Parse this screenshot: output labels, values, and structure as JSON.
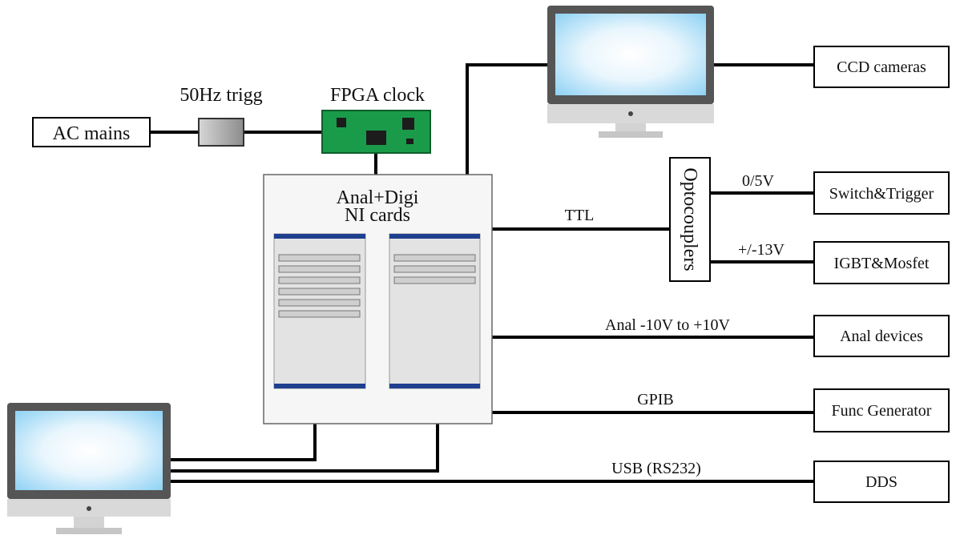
{
  "nodes": {
    "ac_mains": "AC mains",
    "trigger_50hz": "50Hz trigg",
    "fpga_clock": "FPGA clock",
    "ni_cards_line1": "Anal+Digi",
    "ni_cards_line2": "NI cards",
    "optocouplers": "Optocouplers",
    "ccd_cameras": "CCD cameras",
    "switch_trigger": "Switch&Trigger",
    "igbt_mosfet": "IGBT&Mosfet",
    "anal_devices": "Anal devices",
    "func_generator": "Func Generator",
    "dds": "DDS"
  },
  "links": {
    "ttl": "TTL",
    "v05": "0/5V",
    "v13": "+/-13V",
    "analog_range": "Anal -10V to +10V",
    "gpib": "GPIB",
    "usb": "USB (RS232)"
  },
  "colors": {
    "wire": "#000000",
    "pcb_green": "#1a9b4a",
    "card_blue": "#1f3f8f",
    "monitor_frame": "#555555",
    "monitor_stand": "#d9d9d9",
    "screen_glow": "#e9f6fd",
    "screen_edge": "#8fd2f4",
    "ni_panel_fill": "#f6f6f6",
    "card_fill": "#e3e3e3"
  }
}
